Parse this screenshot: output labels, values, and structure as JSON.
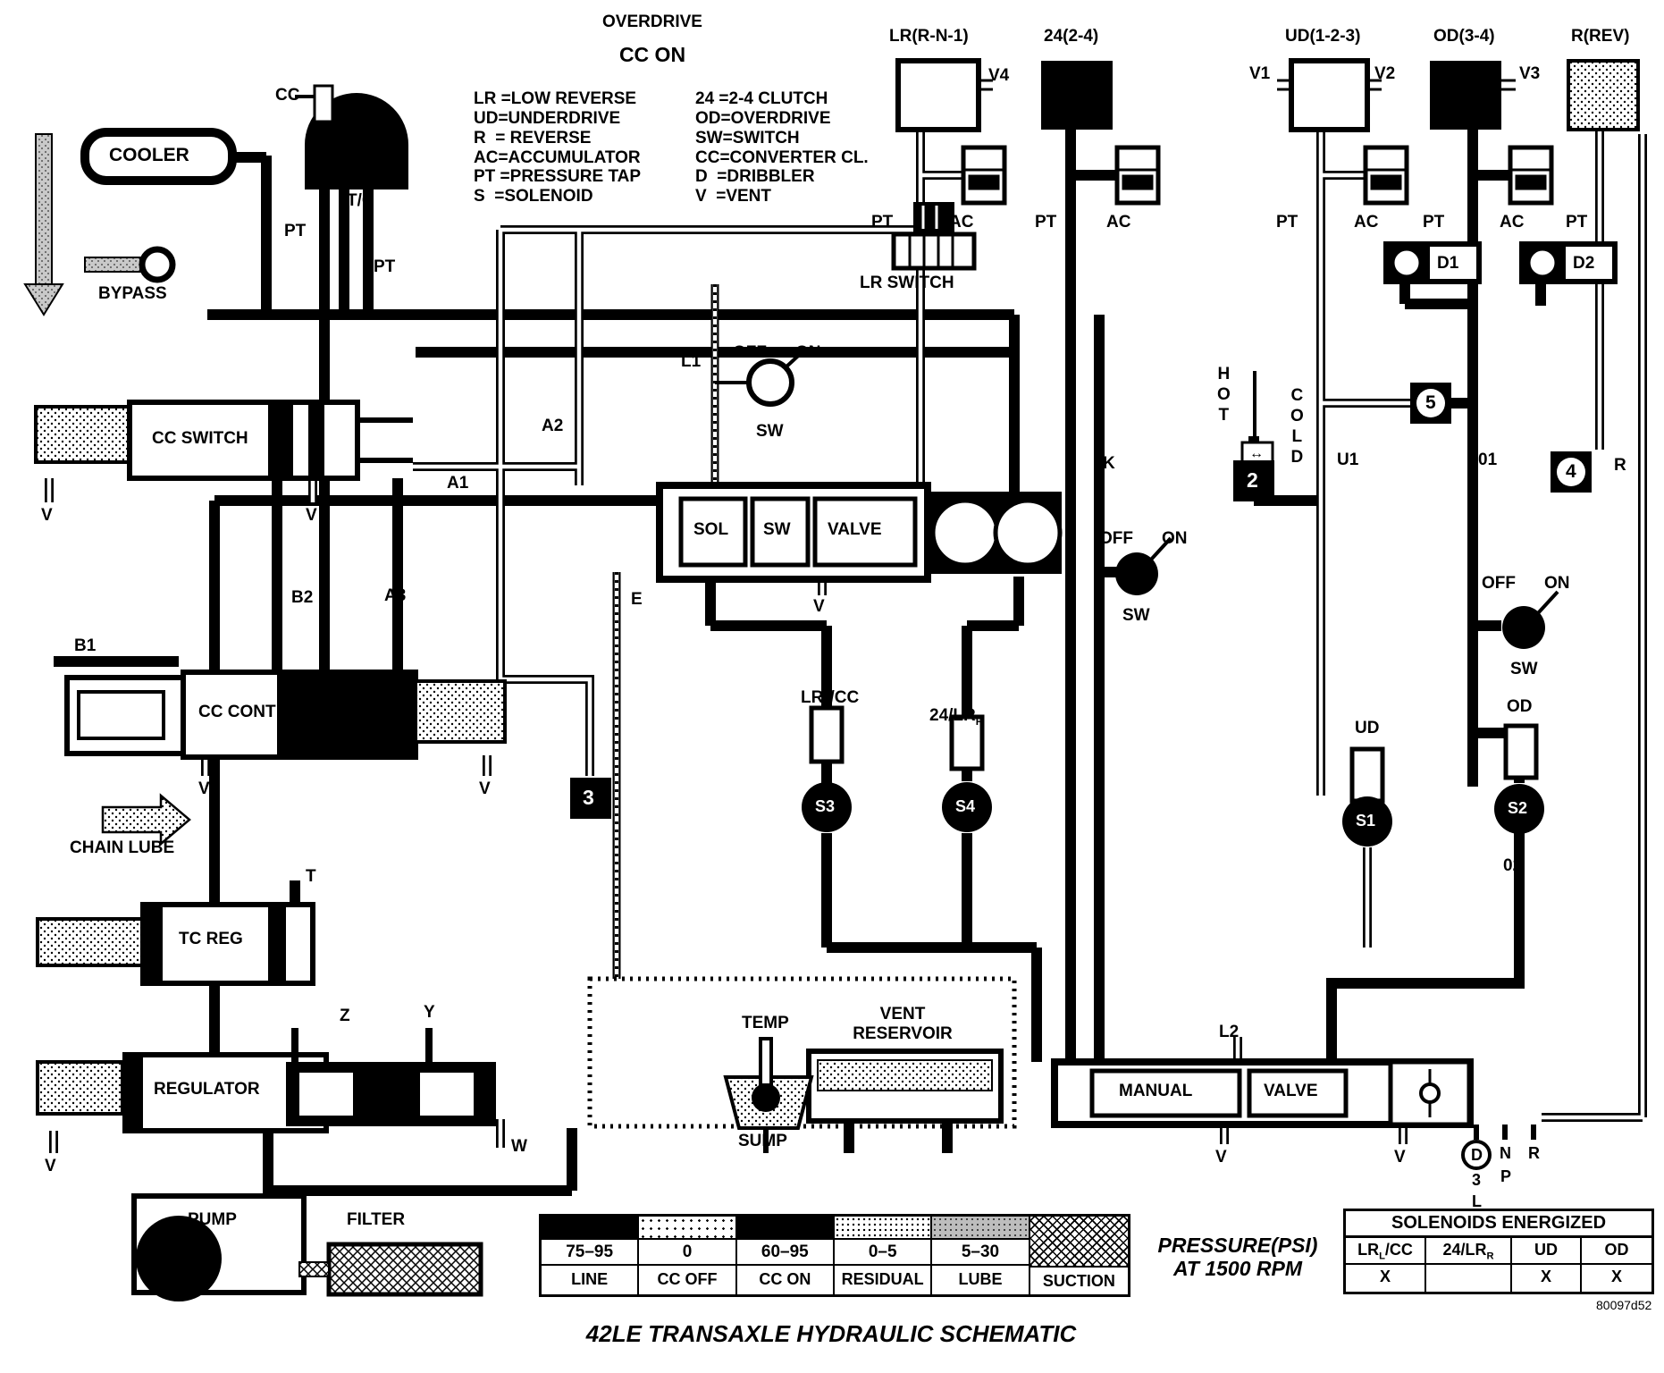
{
  "title": "OVERDRIVE",
  "subtitle": "CC ON",
  "footer_title": "42LE TRANSAXLE HYDRAULIC SCHEMATIC",
  "doc_code": "80097d52",
  "legend": {
    "col1": [
      "LR =LOW REVERSE",
      "UD=UNDERDRIVE",
      "R  = REVERSE",
      "AC=ACCUMULATOR",
      "PT =PRESSURE TAP",
      "S  =SOLENOID"
    ],
    "col2": [
      "24 =2-4 CLUTCH",
      "OD=OVERDRIVE",
      "SW=SWITCH",
      "CC=CONVERTER CL.",
      "D  =DRIBBLER",
      "V  =VENT"
    ]
  },
  "circuits": {
    "lr": "LR(R-N-1)",
    "c24": "24(2-4)",
    "ud": "UD(1-2-3)",
    "od": "OD(3-4)",
    "rev": "R(REV)",
    "v1": "V1",
    "v2": "V2",
    "v3": "V3",
    "v4": "V4"
  },
  "components": {
    "cooler": "COOLER",
    "bypass": "BYPASS",
    "tc": "T/C",
    "cc": "CC",
    "cc_switch": "CC SWITCH",
    "lr_switch": "LR SWITCH",
    "cc_cont": "CC CONT",
    "chain_lube": "CHAIN LUBE",
    "tc_reg": "TC REG",
    "regulator": "REGULATOR",
    "pump": "PUMP",
    "filter": "FILTER",
    "sol": "SOL",
    "sw": "SW",
    "valve": "VALVE",
    "manual": "MANUAL",
    "manual_valve": "VALVE",
    "temp": "TEMP",
    "sump": "SUMP",
    "vent": "VENT",
    "reservoir": "RESERVOIR",
    "hot": "HOT",
    "cold": "COLD",
    "ud_sol": "UD",
    "od_sol": "OD"
  },
  "solenoids": {
    "s1": "S1",
    "s2": "S2",
    "s3": "S3",
    "s4": "S4",
    "s3_name": {
      "pre": "LR",
      "sub": "L",
      "post": "/CC"
    },
    "s4_name": {
      "pre": "24/LR",
      "sub": "R",
      "post": ""
    }
  },
  "balls": {
    "b2": "2",
    "b3": "3",
    "b4": "4",
    "b5": "5"
  },
  "ports": {
    "a1": "A1",
    "a2": "A2",
    "a3": "A3",
    "b1": "B1",
    "b2": "B2",
    "e": "E",
    "k": "K",
    "t": "T",
    "z": "Z",
    "y": "Y",
    "w": "W",
    "l1": "L1",
    "l2": "L2",
    "u1": "U1",
    "o1": "01",
    "o2": "02",
    "d1": "D1",
    "d2": "D2",
    "r": "R",
    "v": "V",
    "pt": "PT",
    "ac": "AC"
  },
  "switch": {
    "off": "OFF",
    "on": "ON",
    "sw": "SW"
  },
  "shifter": {
    "d": "D",
    "three": "3",
    "l": "L",
    "n": "N",
    "p": "P",
    "r": "R"
  },
  "misc": {
    "arrow": "↔"
  },
  "pressure_table": {
    "title1": "PRESSURE(PSI)",
    "title2": "AT 1500 RPM",
    "columns": [
      {
        "value": "75–95",
        "label": "LINE"
      },
      {
        "value": "0",
        "label": "CC OFF"
      },
      {
        "value": "60–95",
        "label": "CC ON"
      },
      {
        "value": "0–5",
        "label": "RESIDUAL"
      },
      {
        "value": "5–30",
        "label": "LUBE"
      },
      {
        "value": "",
        "label": "SUCTION"
      }
    ]
  },
  "solenoid_table": {
    "title": "SOLENOIDS ENERGIZED",
    "col1": {
      "pre": "LR",
      "sub": "L",
      "post": "/CC"
    },
    "col2": {
      "pre": "24/LR",
      "sub": "R",
      "post": ""
    },
    "col3": "UD",
    "col4": "OD",
    "val1": "X",
    "val2": "",
    "val3": "X",
    "val4": "X"
  }
}
